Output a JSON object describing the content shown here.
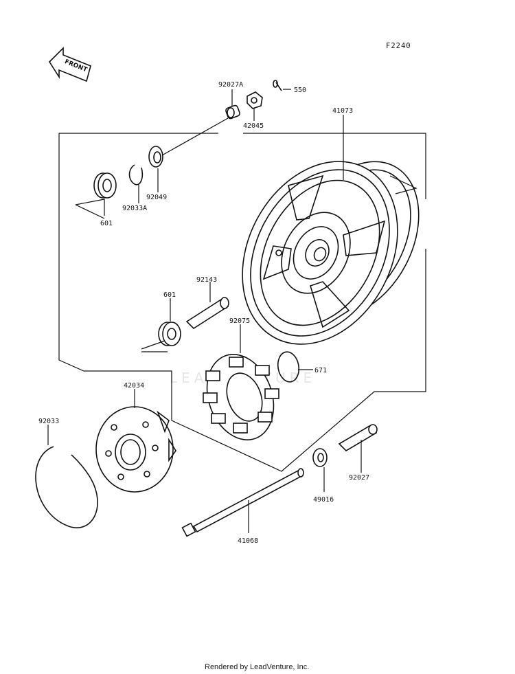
{
  "diagram": {
    "code": "F2240",
    "front_label": "FRONT",
    "watermark": "LEADVENTURE",
    "footer": "Rendered by LeadVenture, Inc.",
    "callouts": {
      "p92027A": "92027A",
      "p550": "550",
      "p42045": "42045",
      "p41073": "41073",
      "p92049": "92049",
      "p92033A": "92033A",
      "p601a": "601",
      "p92143": "92143",
      "p601b": "601",
      "p92075": "92075",
      "p671": "671",
      "p42034": "42034",
      "p92033": "92033",
      "p92027": "92027",
      "p49016": "49016",
      "p41068": "41068"
    }
  }
}
